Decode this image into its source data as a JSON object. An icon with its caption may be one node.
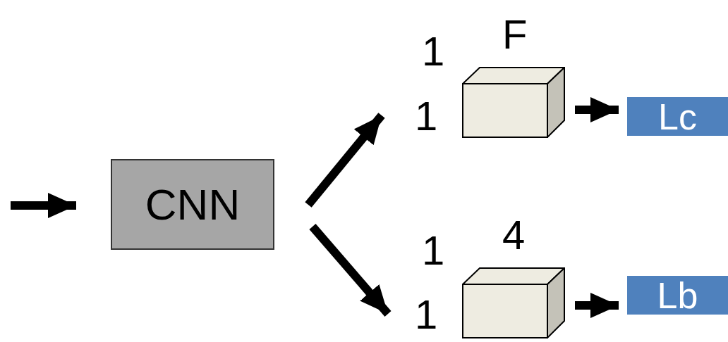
{
  "diagram": {
    "nodes": [
      {
        "text": [
          "CNN"
        ]
      },
      {
        "text": [],
        "shape": "box",
        "beside": [
          "F",
          "1",
          "1"
        ]
      },
      {
        "text": [
          "Lc"
        ]
      },
      {
        "text": [],
        "shape": "box",
        "beside": [
          "4",
          "1",
          "1"
        ]
      },
      {
        "text": [
          "Lb"
        ]
      }
    ],
    "edges": [
      {
        "from": null,
        "to": 0,
        "arrow": "to"
      },
      {
        "from": 0,
        "to": 1,
        "arrow": "to"
      },
      {
        "from": 0,
        "to": 3,
        "arrow": "to"
      },
      {
        "from": 1,
        "to": 2,
        "arrow": "to"
      },
      {
        "from": 3,
        "to": 4,
        "arrow": "to"
      }
    ]
  }
}
